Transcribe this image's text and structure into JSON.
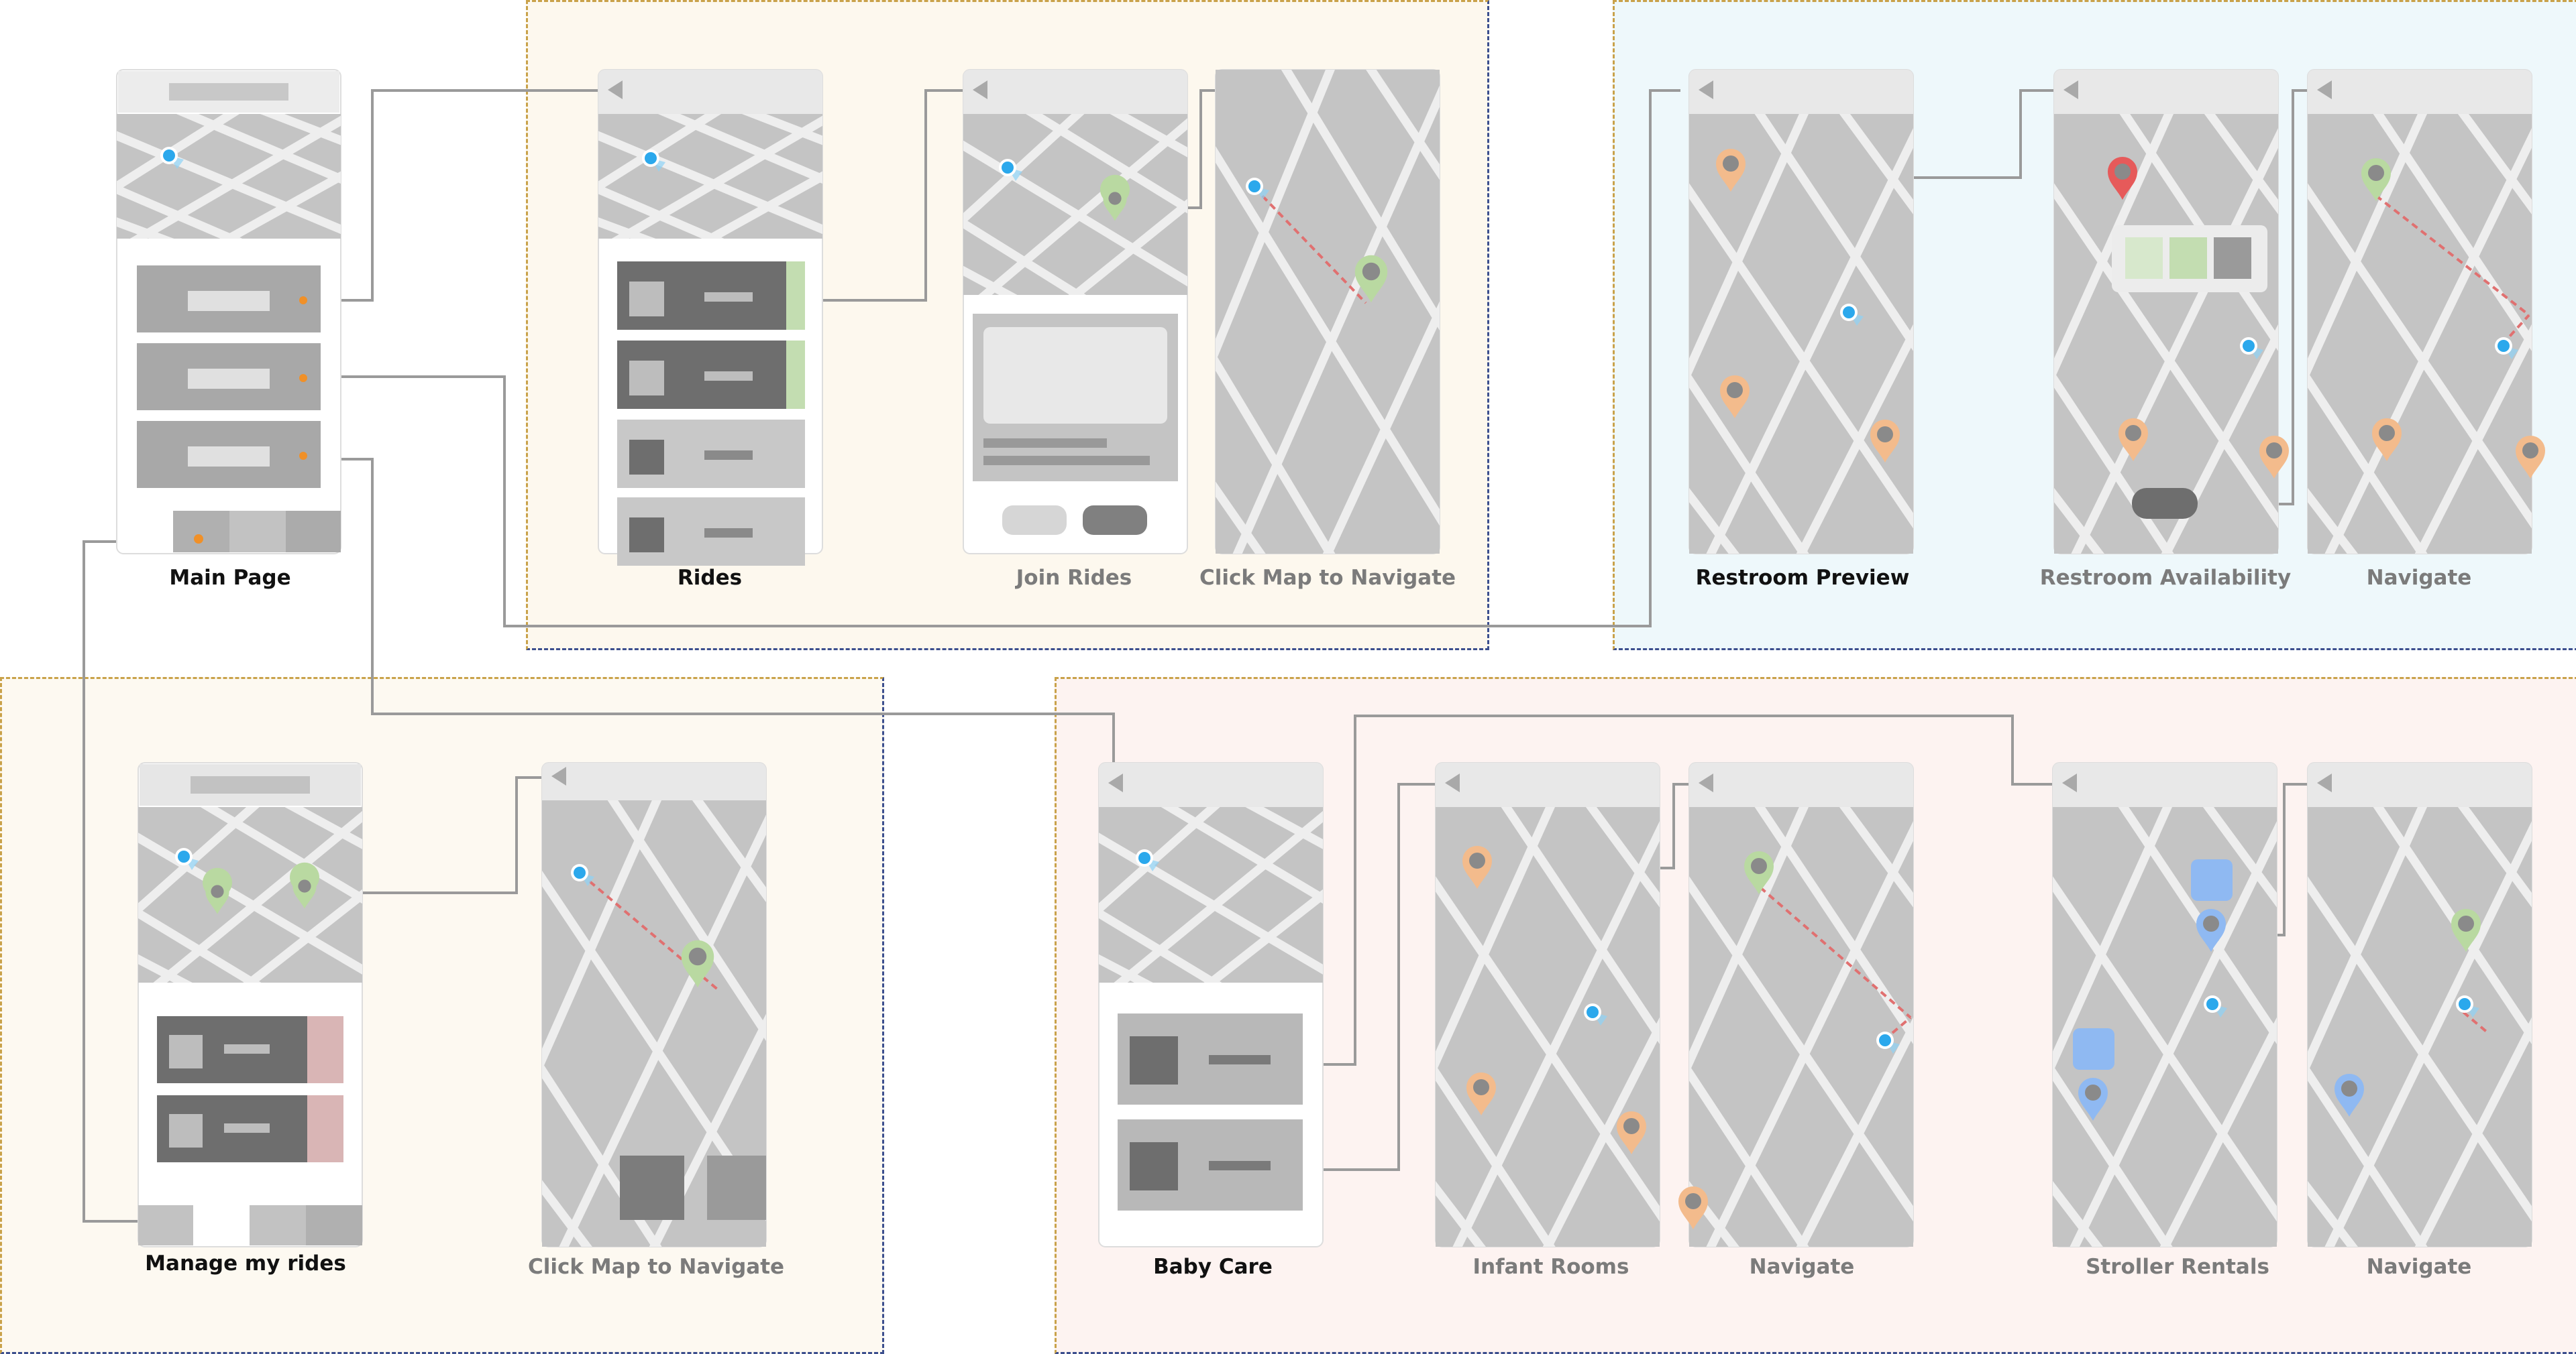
{
  "screens": {
    "main_page": "Main Page",
    "rides": "Rides",
    "join_rides": "Join Rides",
    "rides_navigate": "Click Map to Navigate",
    "restroom_preview": "Restroom Preview",
    "restroom_availability": "Restroom Availability",
    "restroom_navigate": "Navigate",
    "manage_rides": "Manage my rides",
    "manage_navigate": "Click Map to Navigate",
    "baby_care": "Baby Care",
    "infant_rooms": "Infant Rooms",
    "infant_navigate": "Navigate",
    "stroller_rentals": "Stroller Rentals",
    "stroller_navigate": "Navigate"
  },
  "colors": {
    "rides_region": "#fdf8ee",
    "restroom_region": "#eef8fb",
    "manage_region": "#fdf9f1",
    "baby_region": "#fdf3f1",
    "region_border": "#c9a24a",
    "region_edge": "#3c4f8e",
    "connector": "#9a9a9a",
    "map_block": "#c4c4c4",
    "map_road": "#eeeeee",
    "user_location": "#2ba8ec",
    "ride_pin": "#b9d9a1",
    "amenity_pin": "#f3bb8c",
    "selected_pin": "#e65a5a",
    "stroller_pin": "#8fb9f2",
    "route": "#e07070",
    "accent_dot": "#f09028",
    "join_tag": "#c3ddb1",
    "manage_tag": "#d9b5b5"
  },
  "icons": {
    "user": "location-dot-icon",
    "ride": "map-pin-icon",
    "amenity": "map-pin-icon",
    "back": "back-arrow-icon"
  }
}
